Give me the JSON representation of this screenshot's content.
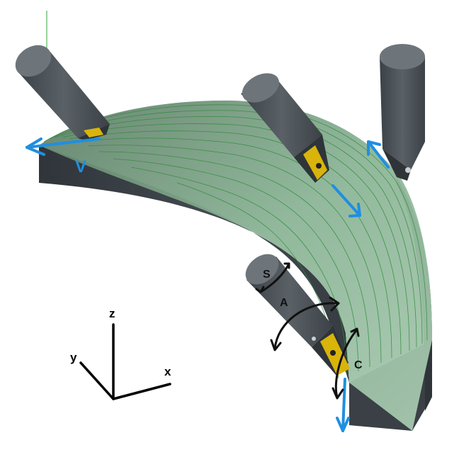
{
  "labels": {
    "velocity": "V",
    "spindle": "S",
    "tilt_a": "A",
    "rotation_c": "C"
  },
  "axes": {
    "x": "x",
    "y": "y",
    "z": "z"
  },
  "colors": {
    "background": "#ffffff",
    "part_side": "#3d4449",
    "part_side_dark": "#2e3438",
    "part_top": "#7fa78a",
    "toolpath_line": "#2f8a3a",
    "tool_body": "#4b5257",
    "tool_top": "#6e757a",
    "insert": "#d9b40a",
    "arrow_blue": "#1f8fe0",
    "arrow_black": "#111111"
  },
  "icons": [
    "cutting-tool-icon",
    "insert-icon",
    "axis-triad-icon"
  ]
}
